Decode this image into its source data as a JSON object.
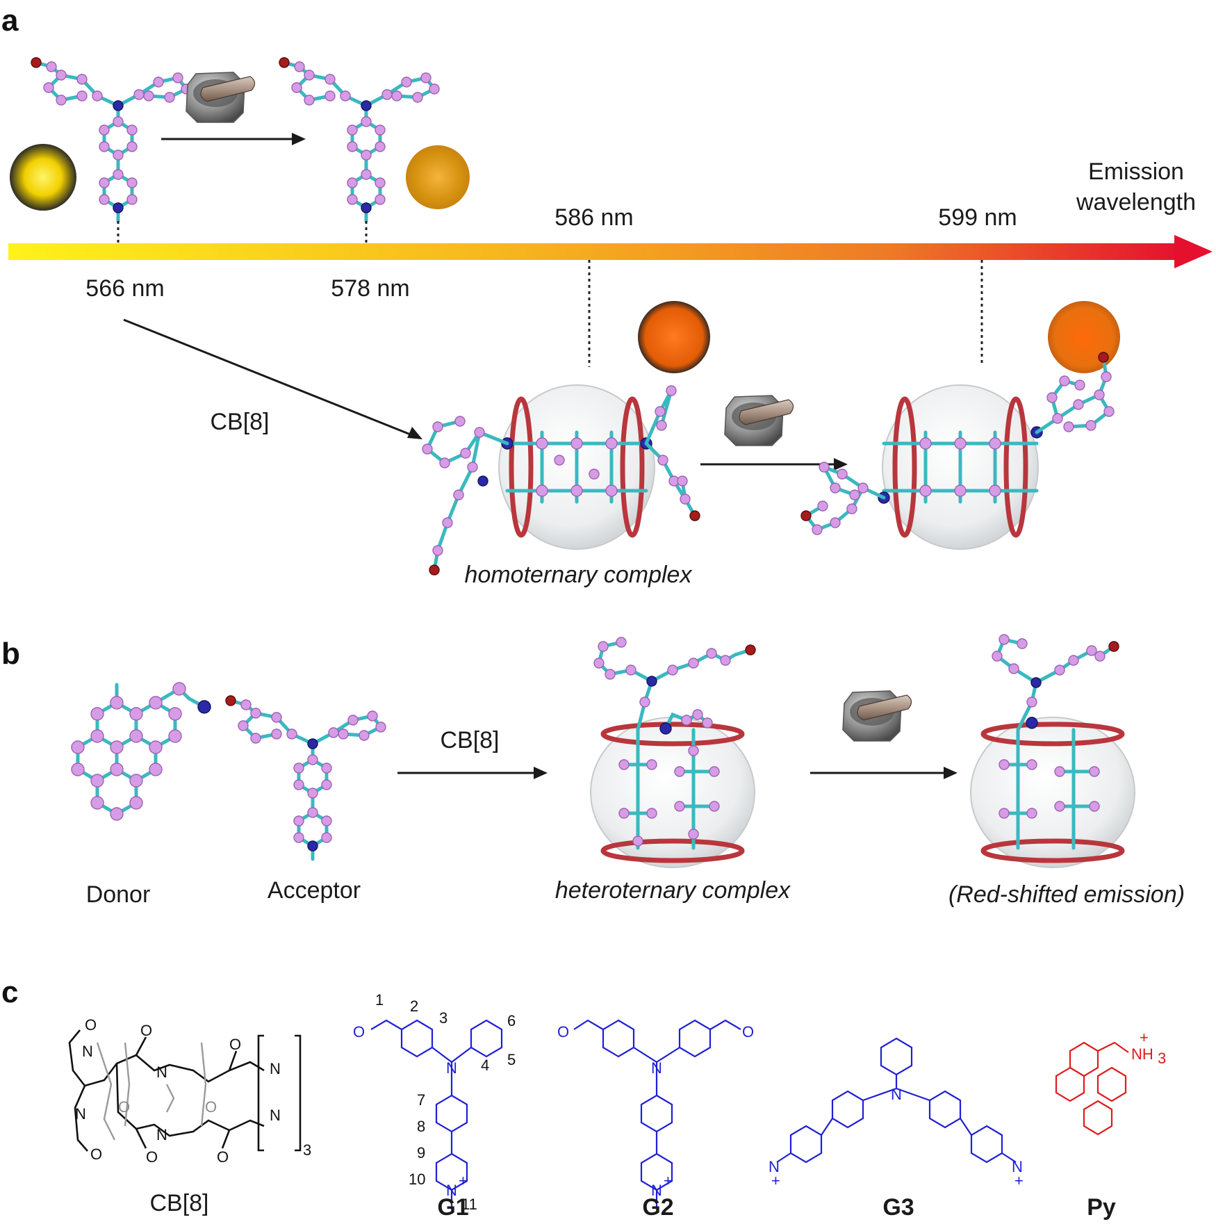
{
  "panels": {
    "a": "a",
    "b": "b",
    "c": "c"
  },
  "panel_a": {
    "axis_label_line1": "Emission",
    "axis_label_line2": "wavelength",
    "wl_566": "566 nm",
    "wl_578": "578 nm",
    "wl_586": "586 nm",
    "wl_599": "599 nm",
    "cb8_label": "CB[8]",
    "complex_label": "homoternary complex"
  },
  "panel_b": {
    "donor_label": "Donor",
    "acceptor_label": "Acceptor",
    "cb8_label": "CB[8]",
    "complex_label": "heteroternary complex",
    "result_label": "(Red-shifted emission)"
  },
  "panel_c": {
    "cb8_name": "CB[8]",
    "cb8_subscript": "3",
    "g1_name": "G1",
    "g2_name": "G2",
    "g3_name": "G3",
    "py_name": "Py",
    "atom_n": "N",
    "atom_o": "O",
    "charge": "+",
    "amine": "NH",
    "amine_sub": "3",
    "g1_numbers": [
      "1",
      "2",
      "3",
      "4",
      "5",
      "6",
      "7",
      "8",
      "9",
      "10",
      "11"
    ]
  },
  "colors": {
    "gradient_start": "#fff21a",
    "gradient_mid": "#f6a21e",
    "gradient_end": "#e5102e",
    "structure_blue": "#1f1fd6",
    "structure_red": "#e01b1b",
    "ring_red": "#b8363c"
  }
}
